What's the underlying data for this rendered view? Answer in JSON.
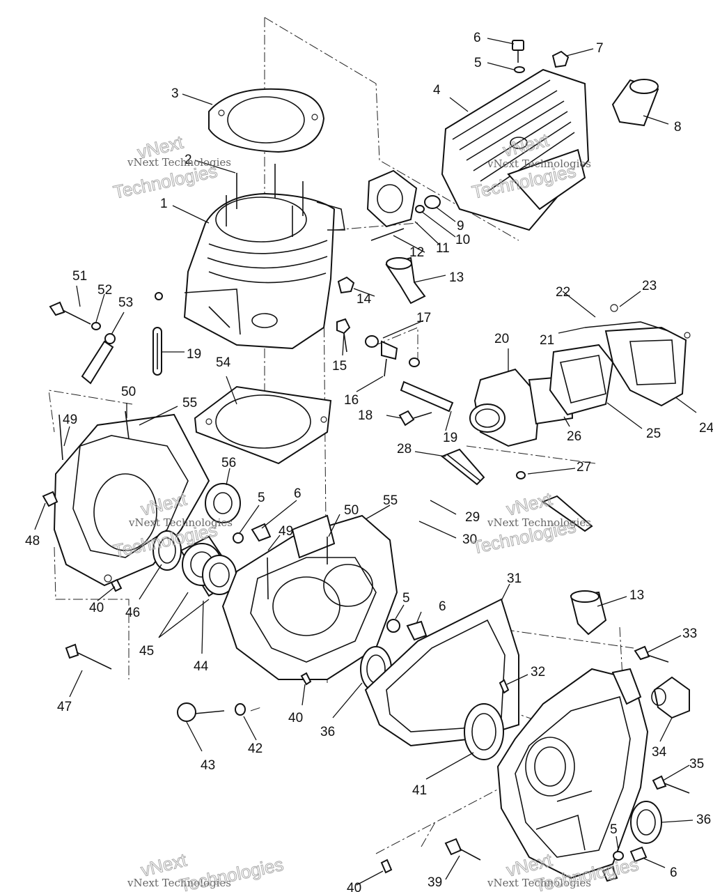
{
  "watermarks": [
    {
      "line1": "vNext Technologies",
      "line2": "Technologies"
    },
    {
      "line1": "vNext Technologies",
      "line2": "Technologies"
    },
    {
      "line1": "vNext Technologies",
      "line2": "Technologies"
    },
    {
      "line1": "vNext Technologies",
      "line2": "Technologies"
    },
    {
      "line1": "vNext Technologies",
      "line2": "Technologies"
    },
    {
      "line1": "vNext Technologies",
      "line2": "Technologies"
    },
    {
      "line1": "vNext",
      "line2": ""
    },
    {
      "line1": "vNext",
      "line2": ""
    },
    {
      "line1": "vNext",
      "line2": ""
    },
    {
      "line1": "vNext",
      "line2": ""
    },
    {
      "line1": "vNext",
      "line2": ""
    },
    {
      "line1": "vNext",
      "line2": ""
    }
  ],
  "callouts": [
    "1",
    "2",
    "3",
    "4",
    "5",
    "6",
    "7",
    "8",
    "9",
    "10",
    "11",
    "12",
    "13",
    "14",
    "15",
    "16",
    "17",
    "18",
    "19",
    "20",
    "21",
    "22",
    "23",
    "24",
    "25",
    "26",
    "27",
    "28",
    "19",
    "5",
    "6",
    "29",
    "30",
    "49",
    "50",
    "55",
    "56",
    "48",
    "40",
    "46",
    "45",
    "44",
    "47",
    "43",
    "42",
    "40",
    "36",
    "41",
    "31",
    "13",
    "32",
    "33",
    "34",
    "35",
    "36",
    "5",
    "6",
    "39",
    "40",
    "51",
    "52",
    "53",
    "54",
    "55",
    "49",
    "50",
    "5",
    "6"
  ]
}
